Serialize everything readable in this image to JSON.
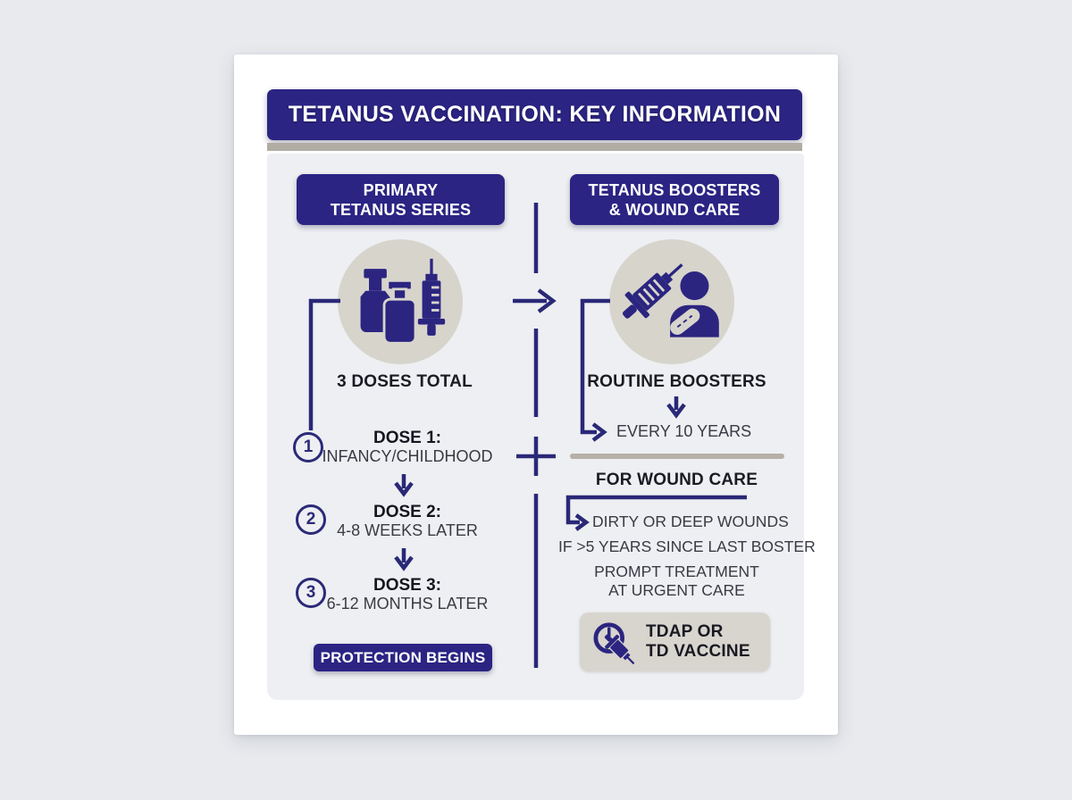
{
  "title_bar": {
    "text": "TETANUS VACCINATION: KEY INFORMATION"
  },
  "left_column": {
    "header_line1": "PRIMARY",
    "header_line2": "TETANUS SERIES",
    "total_label": "3 DOSES TOTAL",
    "doses": [
      {
        "number": "1",
        "label": "DOSE 1:",
        "detail": "INFANCY/CHILDHOOD"
      },
      {
        "number": "2",
        "label": "DOSE 2:",
        "detail": "4-8 WEEKS LATER"
      },
      {
        "number": "3",
        "label": "DOSE 3:",
        "detail": "6-12 MONTHS LATER"
      }
    ],
    "footer_badge": "PROTECTION BEGINS"
  },
  "right_column": {
    "header_line1": "TETANUS BOOSTERS",
    "header_line2": "& WOUND CARE",
    "routine_label": "ROUTINE BOOSTERS",
    "routine_interval": "EVERY 10 YEARS",
    "wound_care_title": "FOR WOUND CARE",
    "wound_items": [
      "DIRTY OR DEEP WOUNDS",
      "IF >5 YEARS SINCE LAST BOSTER"
    ],
    "prompt_line1": "PROMPT TREATMENT",
    "prompt_line2": "AT URGENT CARE",
    "vaccine_badge_line1": "TDAP OR",
    "vaccine_badge_line2": "TD VACCINE"
  },
  "icons": {
    "left_circle": "vials-syringe-icon",
    "right_circle": "patient-booster-icon",
    "vaccine_badge": "clock-syringe-icon"
  },
  "colors": {
    "navy": "#2b2483",
    "line_navy": "#2a2877",
    "page_bg": "#e8eaee",
    "panel_bg": "#edeff2",
    "circle_bg": "#d7d4cc",
    "badge_bg": "#d8d5ce",
    "divider_tan": "#b1aca4",
    "text_dark": "#1b1b24",
    "text_gray": "#3a3a44"
  }
}
